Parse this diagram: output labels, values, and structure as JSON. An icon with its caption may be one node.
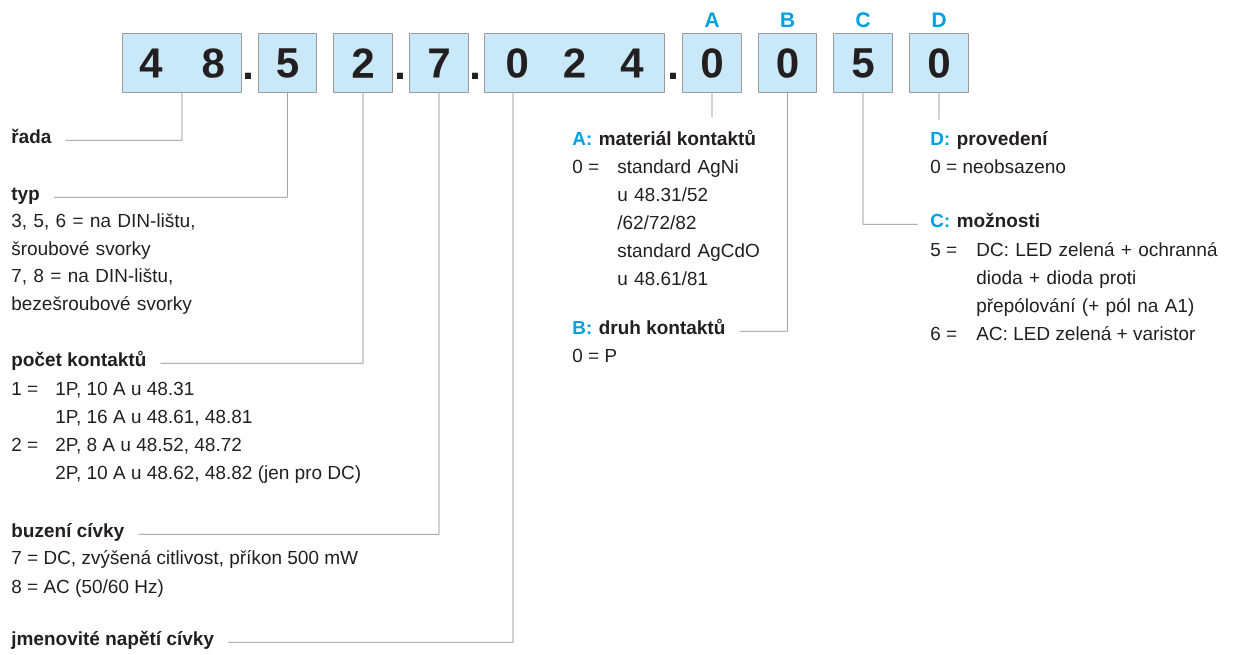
{
  "diagram": {
    "nodes": [
      {
        "text": [
          "4 8"
        ]
      },
      {
        "text": [
          "5"
        ]
      },
      {
        "text": [
          "2"
        ]
      },
      {
        "text": [
          "7"
        ]
      },
      {
        "text": [
          "0 2 4"
        ]
      },
      {
        "text": [
          "0"
        ],
        "beside": [
          "A"
        ]
      },
      {
        "text": [
          "0"
        ],
        "beside": [
          "B"
        ]
      },
      {
        "text": [
          "5"
        ],
        "beside": [
          "C"
        ]
      },
      {
        "text": [
          "0"
        ],
        "beside": [
          "D"
        ]
      },
      {
        "text": [
          "řada"
        ]
      },
      {
        "text": [
          "typ",
          "3, 5, 6 = na DIN-lištu, šroubové svorky",
          "7, 8 = na DIN-lištu, bezešroubové svorky"
        ]
      },
      {
        "text": [
          "počet kontaktů",
          "1 =",
          "1P, 10 A u 48.31",
          "1P, 16 A u 48.61, 48.81",
          "2 =",
          "2P, 8 A u 48.52, 48.72",
          "2P, 10 A u 48.62, 48.82 (jen pro DC)"
        ]
      },
      {
        "text": [
          "buzení cívky",
          "7 = DC, zvýšená citlivost, příkon 500 mW",
          "8 = AC (50/60 Hz)"
        ]
      },
      {
        "text": [
          "jmenovité napětí cívky"
        ]
      },
      {
        "text": [
          "A:",
          "materiál kontaktů",
          "0 =",
          "standard AgNi u 48.31/52 /62/72/82",
          "standard AgCdO u 48.61/81"
        ]
      },
      {
        "text": [
          "B:",
          "druh kontaktů",
          "0 = P"
        ]
      },
      {
        "text": [
          "D:",
          "provedení",
          "0 = neobsazeno"
        ]
      },
      {
        "text": [
          "C:",
          "možnosti",
          "5 =",
          "DC: LED zelená + ochranná dioda + dioda proti přepólování (+ pól na A1)",
          "6 =",
          "AC: LED zelená + varistor"
        ]
      }
    ],
    "edges": [
      {
        "from": 9,
        "to": 0,
        "arrow": "none"
      },
      {
        "from": 10,
        "to": 1,
        "arrow": "none"
      },
      {
        "from": 11,
        "to": 2,
        "arrow": "none"
      },
      {
        "from": 12,
        "to": 3,
        "arrow": "none"
      },
      {
        "from": 13,
        "to": 4,
        "arrow": "none"
      },
      {
        "from": 14,
        "to": 5,
        "arrow": "none"
      },
      {
        "from": 15,
        "to": 6,
        "arrow": "none"
      },
      {
        "from": 17,
        "to": 7,
        "arrow": "none"
      },
      {
        "from": 16,
        "to": 8,
        "arrow": "none"
      }
    ],
    "labels": [
      ".",
      ".",
      ".",
      "."
    ]
  }
}
